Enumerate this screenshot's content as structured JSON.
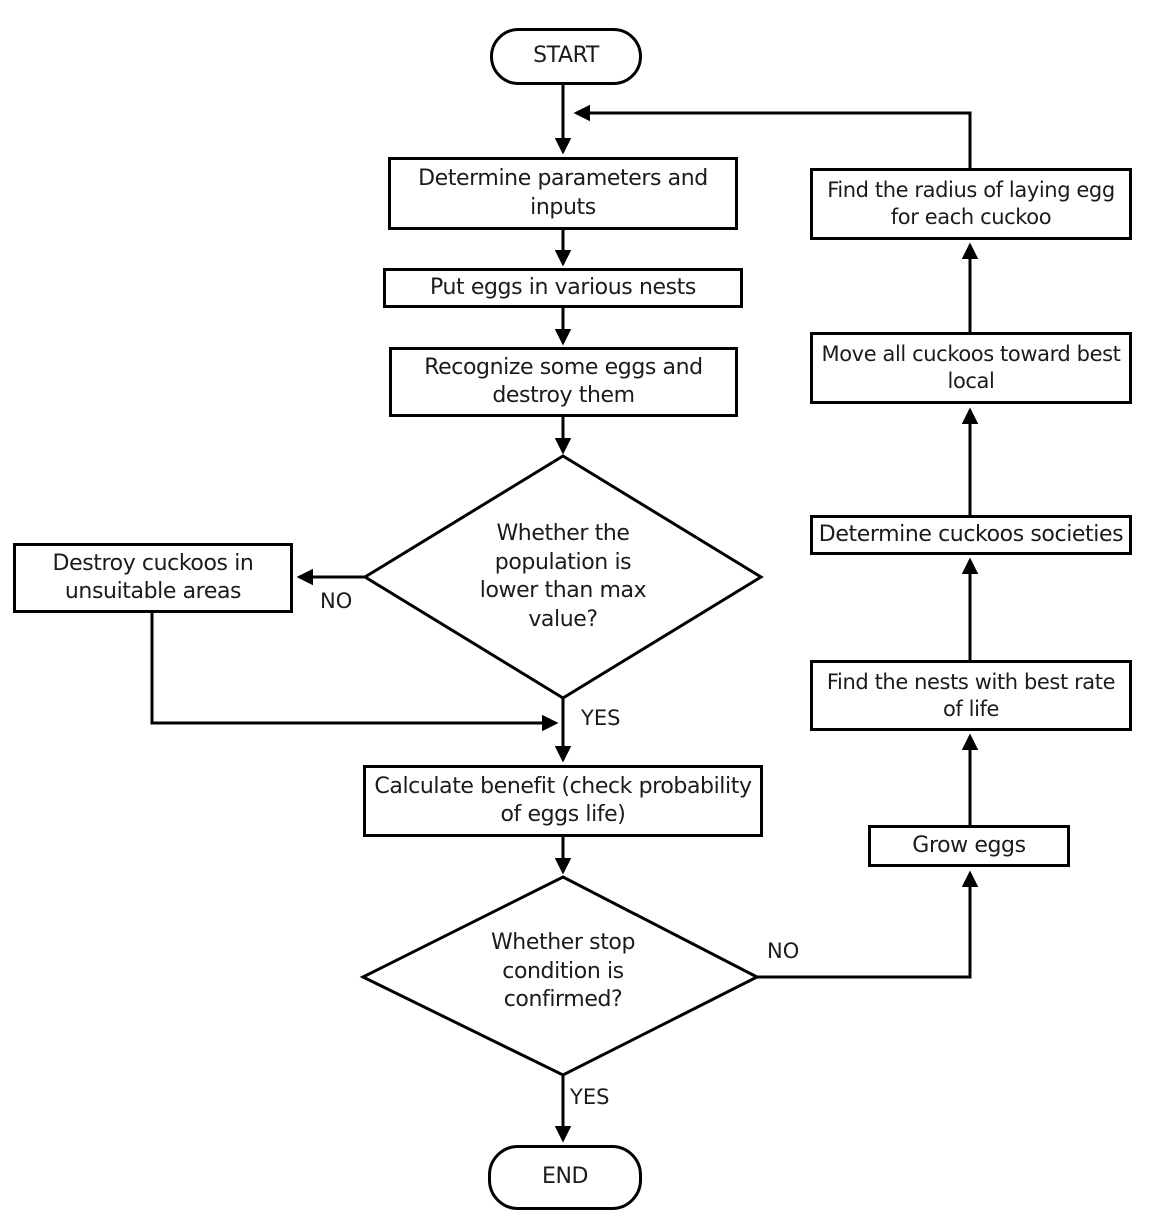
{
  "diagram": {
    "title": "Cuckoo optimization algorithm flowchart",
    "colors": {
      "stroke": "#000000",
      "node_fill": "#ffffff",
      "background": "#ffffff",
      "text": "#1b1b1b"
    },
    "nodes": {
      "start": {
        "type": "terminator",
        "label": "START"
      },
      "determine_params": {
        "type": "process",
        "label": "Determine parameters and inputs"
      },
      "put_eggs": {
        "type": "process",
        "label": "Put eggs in various nests"
      },
      "recognize_eggs": {
        "type": "process",
        "label": "Recognize some eggs and destroy them"
      },
      "population_check": {
        "type": "decision",
        "label": "Whether the population is lower than max value?"
      },
      "destroy_cuckoos": {
        "type": "process",
        "label": "Destroy cuckoos in unsuitable areas"
      },
      "calculate_benefit": {
        "type": "process",
        "label": "Calculate benefit (check probability of eggs life)"
      },
      "stop_check": {
        "type": "decision",
        "label": "Whether stop condition is confirmed?"
      },
      "end": {
        "type": "terminator",
        "label": "END"
      },
      "find_radius": {
        "type": "process",
        "label": "Find the radius of laying egg for each cuckoo"
      },
      "move_cuckoos": {
        "type": "process",
        "label": "Move all cuckoos toward best local"
      },
      "determine_societies": {
        "type": "process",
        "label": "Determine cuckoos societies"
      },
      "find_nests": {
        "type": "process",
        "label": "Find the nests with best rate of life"
      },
      "grow_eggs": {
        "type": "process",
        "label": "Grow eggs"
      }
    },
    "edge_labels": {
      "population_no": "NO",
      "population_yes": "YES",
      "stop_no": "NO",
      "stop_yes": "YES"
    }
  }
}
